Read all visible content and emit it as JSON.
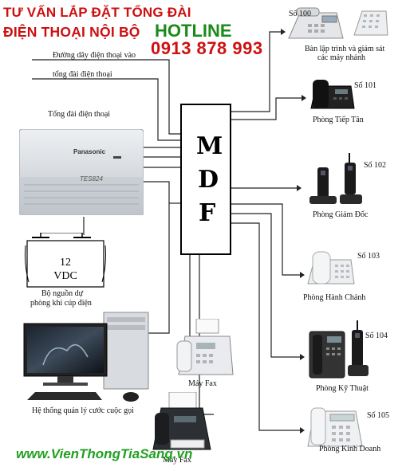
{
  "header": {
    "title_line1": "TƯ VẤN LẮP ĐẶT TỔNG ĐÀI",
    "title_line2": "ĐIỆN THOẠI NỘI BỘ",
    "hotline_label": "HOTLINE",
    "hotline_number": "0913 878 993"
  },
  "inputs": {
    "phone_line_label": "Đường dây điện thoại vào",
    "pbx_line_label": "tổng đài điện thoại"
  },
  "pbx": {
    "label": "Tổng đài điện thoại",
    "brand": "Panasonic",
    "model": "TES824"
  },
  "battery": {
    "voltage": "12",
    "unit": "VDC",
    "caption_line1": "Bộ nguồn dự",
    "caption_line2": "phòng khi cúp điện"
  },
  "mdf": {
    "letters": [
      "M",
      "D",
      "F"
    ]
  },
  "extensions": [
    {
      "number": "Số 100",
      "label_line1": "Bàn lập trình và giám sát",
      "label_line2": "các máy nhánh"
    },
    {
      "number": "Số 101",
      "label_line1": "Phòng Tiếp Tân",
      "label_line2": ""
    },
    {
      "number": "Số 102",
      "label_line1": "Phòng Giám Đốc",
      "label_line2": ""
    },
    {
      "number": "Số 103",
      "label_line1": "Phòng Hành Chánh",
      "label_line2": ""
    },
    {
      "number": "Số 104",
      "label_line1": "Phòng Kỹ Thuật",
      "label_line2": ""
    },
    {
      "number": "Số 105",
      "label_line1": "Phòng Kinh Doanh",
      "label_line2": ""
    }
  ],
  "devices": {
    "fax1_label": "Máy Fax",
    "fax2_label": "Máy Fax",
    "computer_label": "Hệ thống quản lý cước cuộc gọi"
  },
  "footer": {
    "website": "www.VienThongTiaSang.vn"
  }
}
